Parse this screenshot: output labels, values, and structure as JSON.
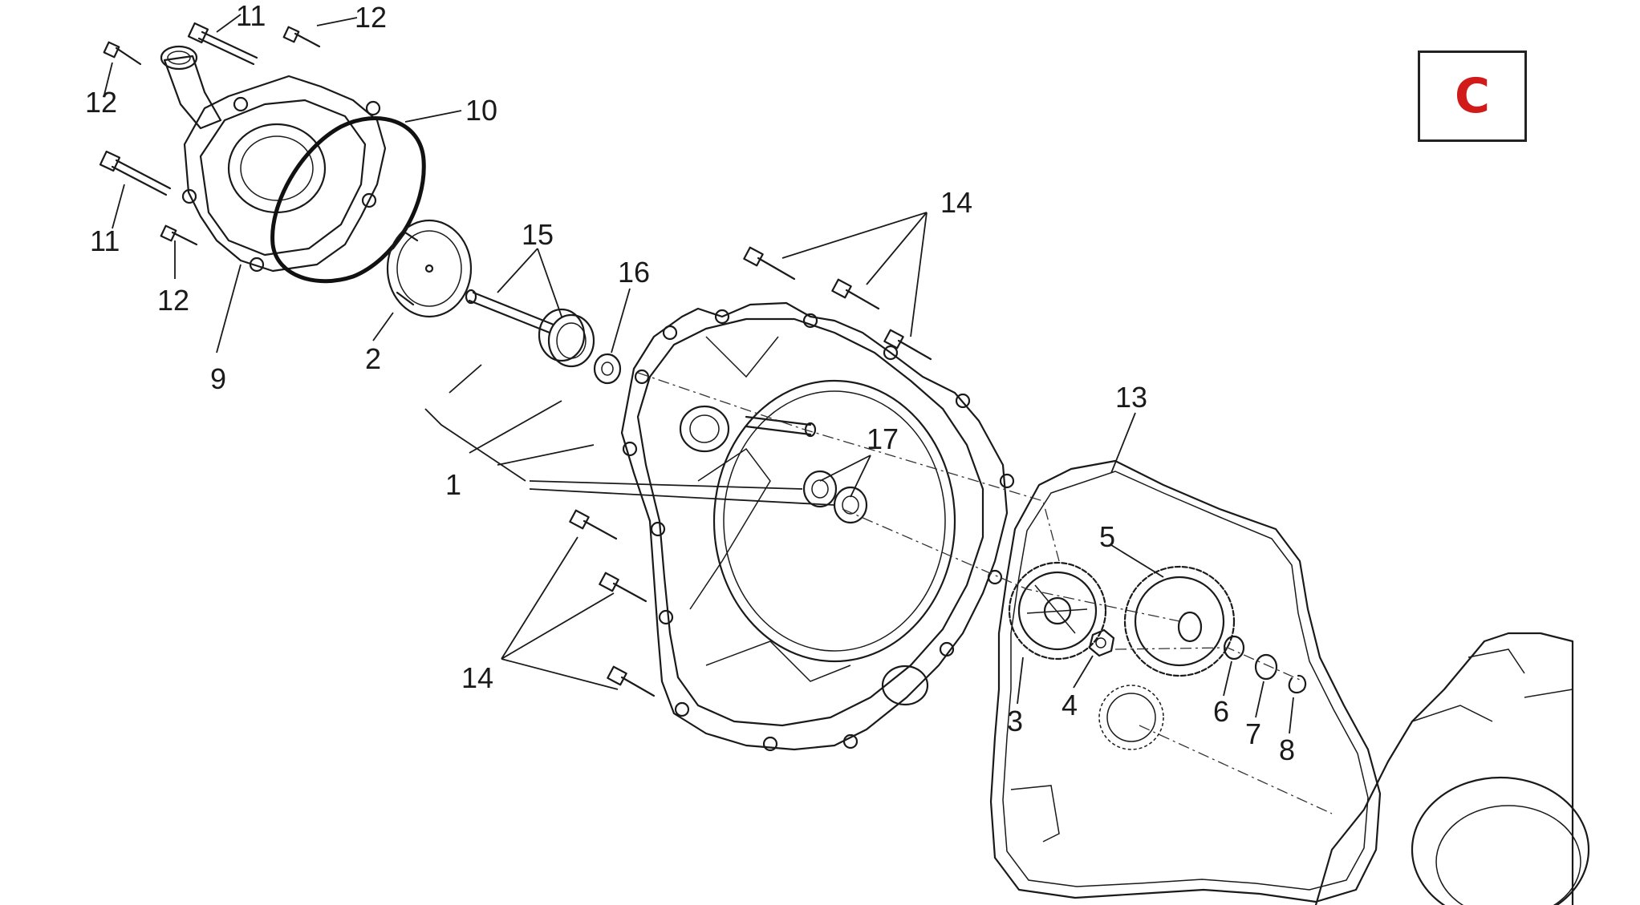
{
  "diagram": {
    "section_label": "C",
    "section_color": "#d11a1a",
    "callouts": {
      "c1": "1",
      "c2": "2",
      "c3": "3",
      "c4": "4",
      "c5": "5",
      "c6": "6",
      "c7": "7",
      "c8": "8",
      "c9": "9",
      "c10": "10",
      "c11a": "11",
      "c11b": "11",
      "c12a": "12",
      "c12b": "12",
      "c12c": "12",
      "c13": "13",
      "c14a": "14",
      "c14b": "14",
      "c15": "15",
      "c16": "16",
      "c17": "17"
    }
  }
}
